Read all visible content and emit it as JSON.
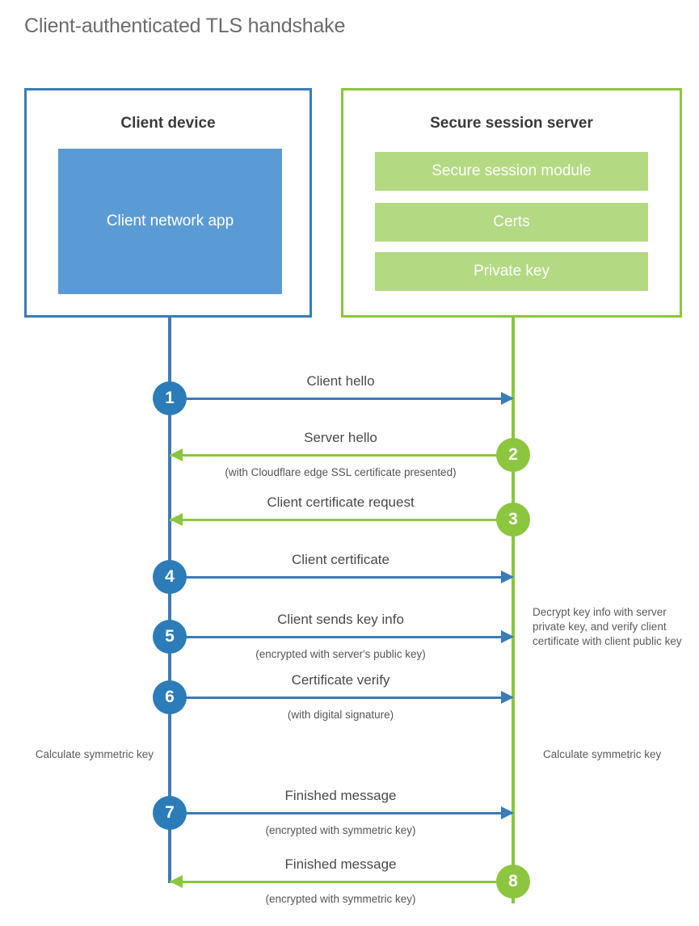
{
  "title": "Client-authenticated TLS handshake",
  "colors": {
    "blue_border": "#3a7cb9",
    "blue_fill": "#5b9bd5",
    "blue_circle": "#2b7cb8",
    "green_border": "#8cc63e",
    "green_fill": "#b3d983",
    "green_circle": "#8cc63e",
    "title_text": "#6b6b6b",
    "body_text": "#4a4a4a"
  },
  "actors": {
    "client": {
      "title": "Client device",
      "app_label": "Client network app"
    },
    "server": {
      "title": "Secure session server",
      "items": [
        {
          "label": "Secure session module"
        },
        {
          "label": "Certs"
        },
        {
          "label": "Private key"
        }
      ]
    }
  },
  "messages": [
    {
      "step": "1",
      "label": "Client hello",
      "sublabel": "",
      "direction": "client-to-server",
      "color": "blue"
    },
    {
      "step": "2",
      "label": "Server hello",
      "sublabel": "(with Cloudflare edge SSL certificate presented)",
      "direction": "server-to-client",
      "color": "green"
    },
    {
      "step": "3",
      "label": "Client certificate request",
      "sublabel": "",
      "direction": "server-to-client",
      "color": "green"
    },
    {
      "step": "4",
      "label": "Client certificate",
      "sublabel": "",
      "direction": "client-to-server",
      "color": "blue"
    },
    {
      "step": "5",
      "label": "Client sends key info",
      "sublabel": "(encrypted with server's public key)",
      "direction": "client-to-server",
      "color": "blue"
    },
    {
      "step": "6",
      "label": "Certificate verify",
      "sublabel": "(with digital signature)",
      "direction": "client-to-server",
      "color": "blue"
    },
    {
      "step": "7",
      "label": "Finished message",
      "sublabel": "(encrypted with symmetric key)",
      "direction": "client-to-server",
      "color": "blue"
    },
    {
      "step": "8",
      "label": "Finished message",
      "sublabel": "(encrypted with symmetric key)",
      "direction": "server-to-client",
      "color": "green"
    }
  ],
  "notes": {
    "server_decrypt": "Decrypt key info with server private key, and verify client certificate with client public key",
    "client_symmetric": "Calculate symmetric key",
    "server_symmetric": "Calculate symmetric key"
  }
}
